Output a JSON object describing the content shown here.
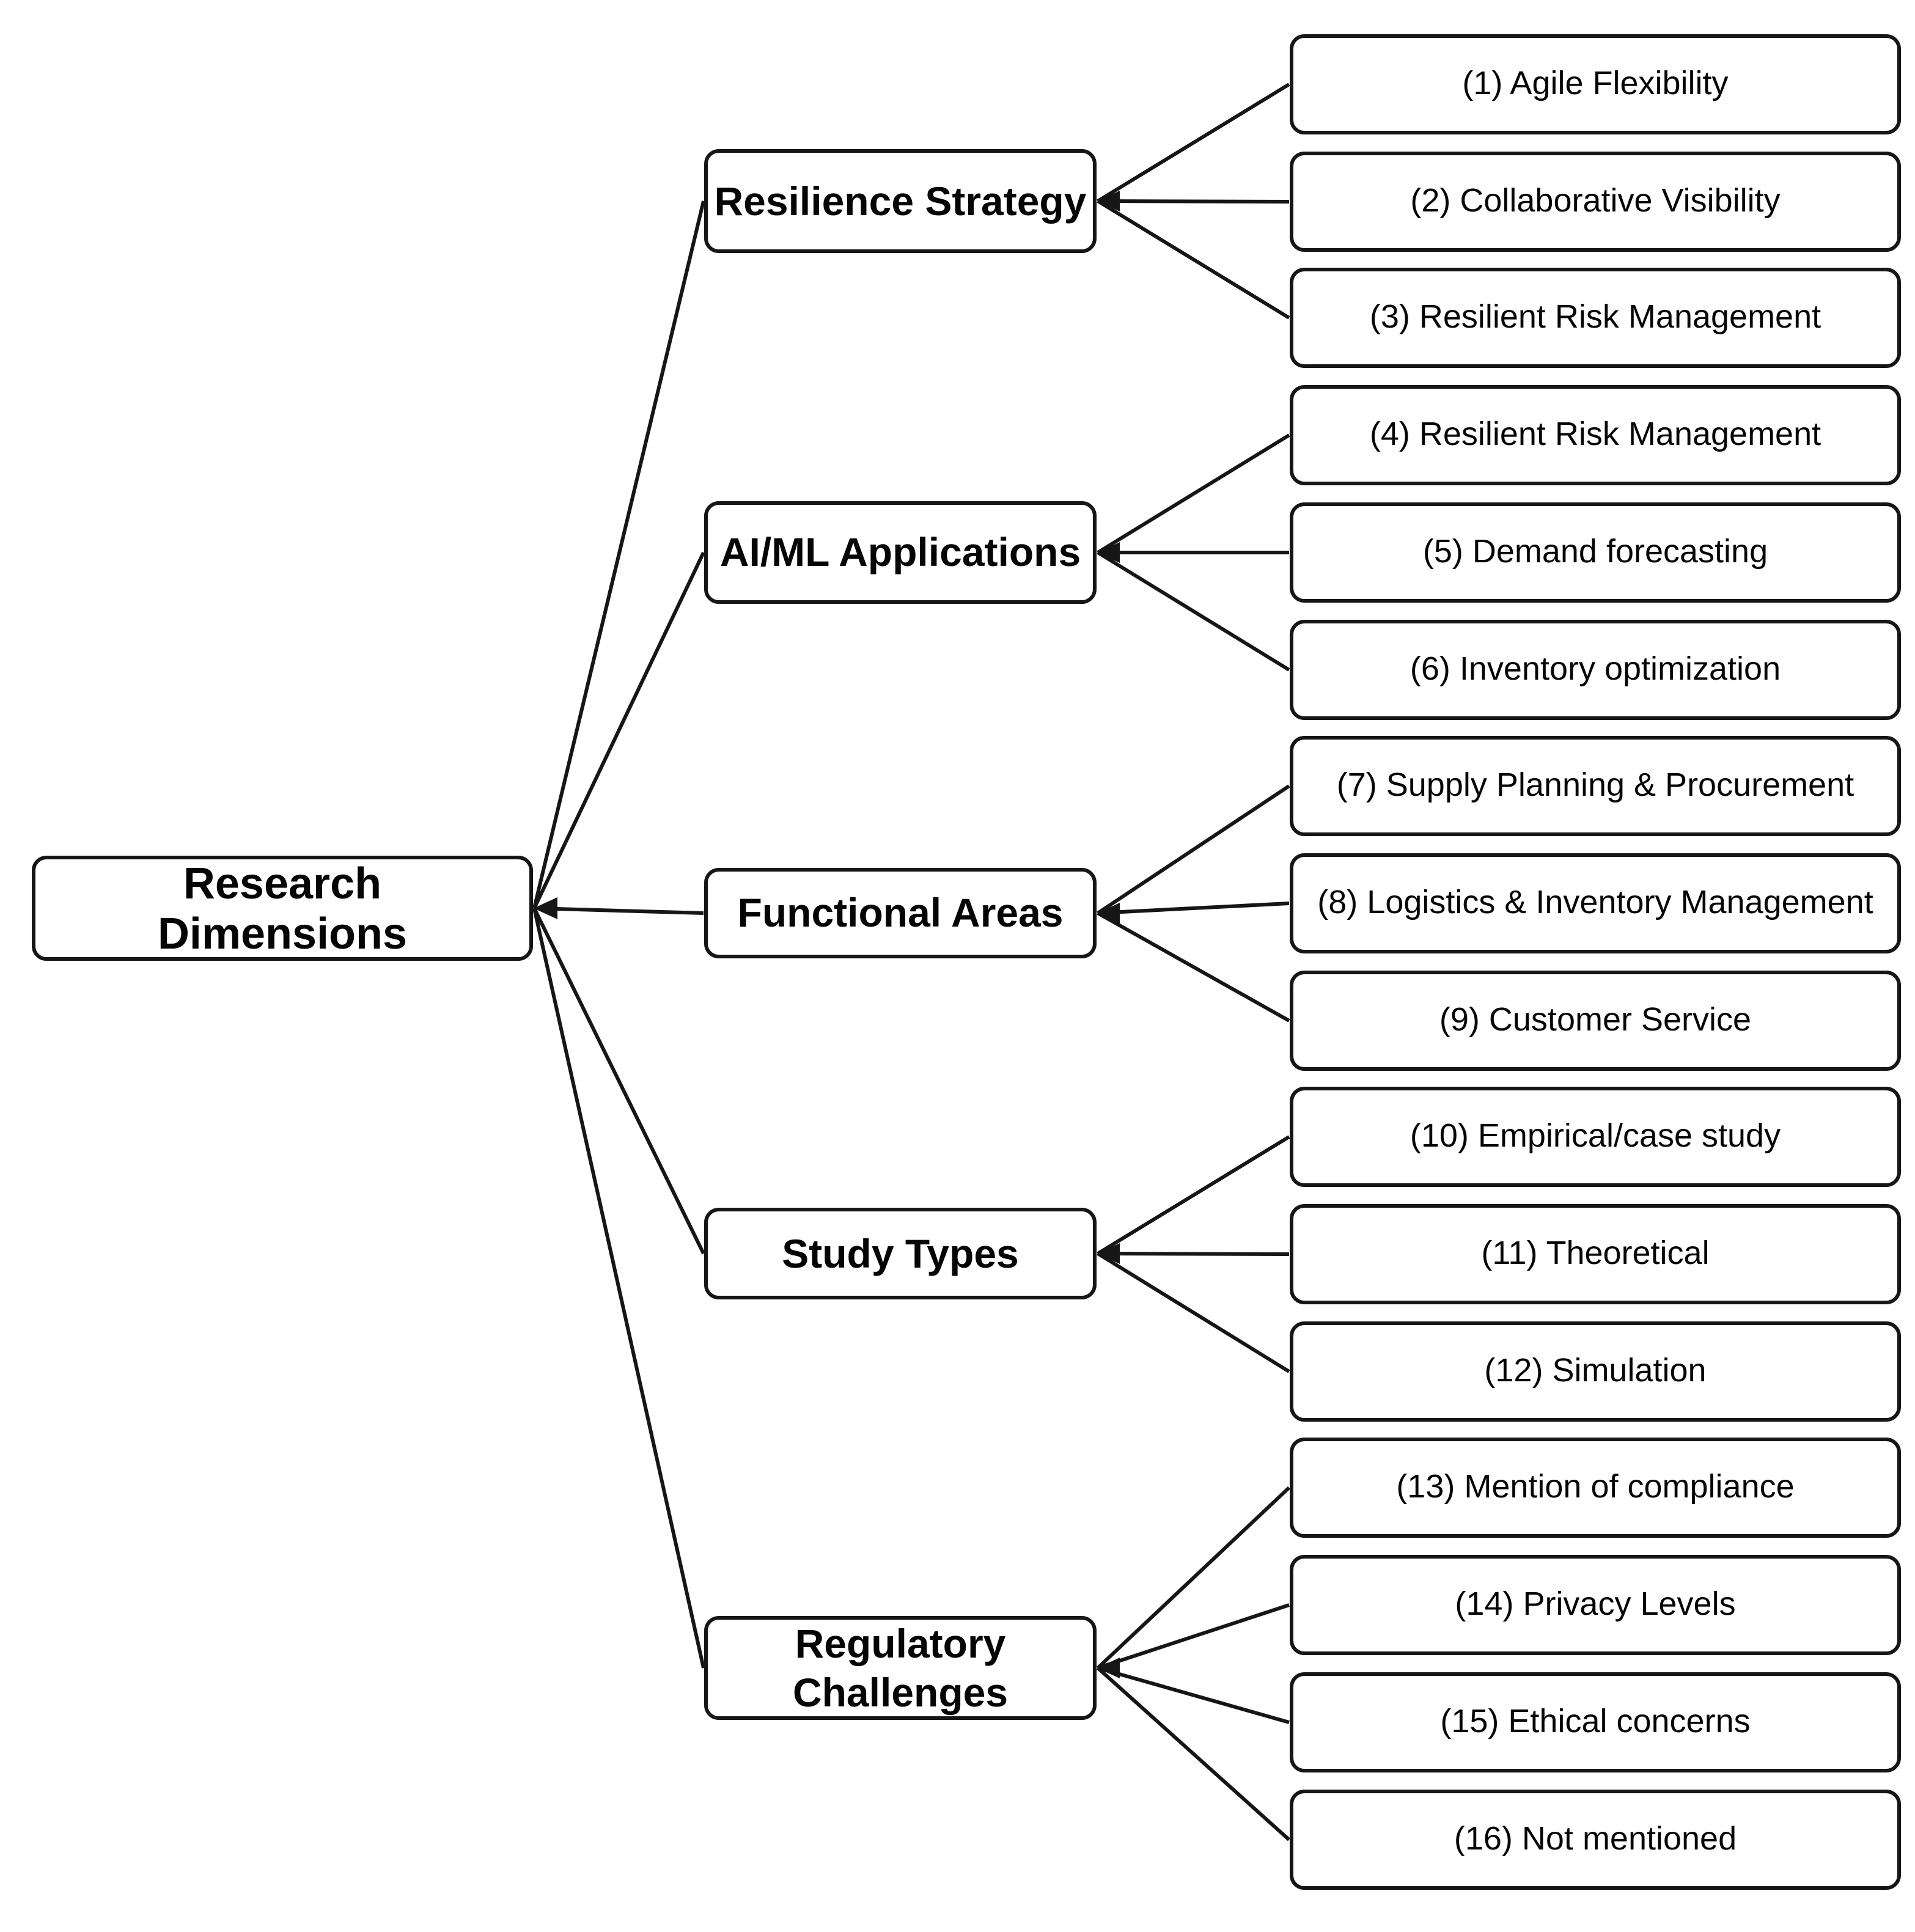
{
  "diagram": {
    "type": "tree",
    "orientation": "left-to-right",
    "root": {
      "label": "Research Dimensions"
    },
    "branches": [
      {
        "id": "resilience-strategy",
        "label": "Resilience Strategy",
        "children": [
          {
            "label": "(1) Agile Flexibility"
          },
          {
            "label": "(2) Collaborative Visibility"
          },
          {
            "label": "(3) Resilient Risk Management"
          }
        ]
      },
      {
        "id": "aiml-applications",
        "label": "AI/ML Applications",
        "children": [
          {
            "label": "(4) Resilient Risk Management"
          },
          {
            "label": "(5) Demand forecasting"
          },
          {
            "label": "(6) Inventory optimization"
          }
        ]
      },
      {
        "id": "functional-areas",
        "label": "Functional Areas",
        "children": [
          {
            "label": "(7) Supply Planning & Procurement"
          },
          {
            "label": "(8) Logistics & Inventory Management"
          },
          {
            "label": "(9) Customer Service"
          }
        ]
      },
      {
        "id": "study-types",
        "label": "Study Types",
        "children": [
          {
            "label": "(10) Empirical/case study"
          },
          {
            "label": "(11) Theoretical"
          },
          {
            "label": "(12) Simulation"
          }
        ]
      },
      {
        "id": "regulatory-challenges",
        "label": "Regulatory Challenges",
        "children": [
          {
            "label": "(13) Mention of compliance"
          },
          {
            "label": "(14) Privacy Levels"
          },
          {
            "label": "(15) Ethical concerns"
          },
          {
            "label": "(16) Not mentioned"
          }
        ]
      }
    ],
    "colors": {
      "background": "#ffffff",
      "box_fill": "#ffffff",
      "box_border": "#161616",
      "line": "#161616",
      "text": "#050505"
    }
  }
}
